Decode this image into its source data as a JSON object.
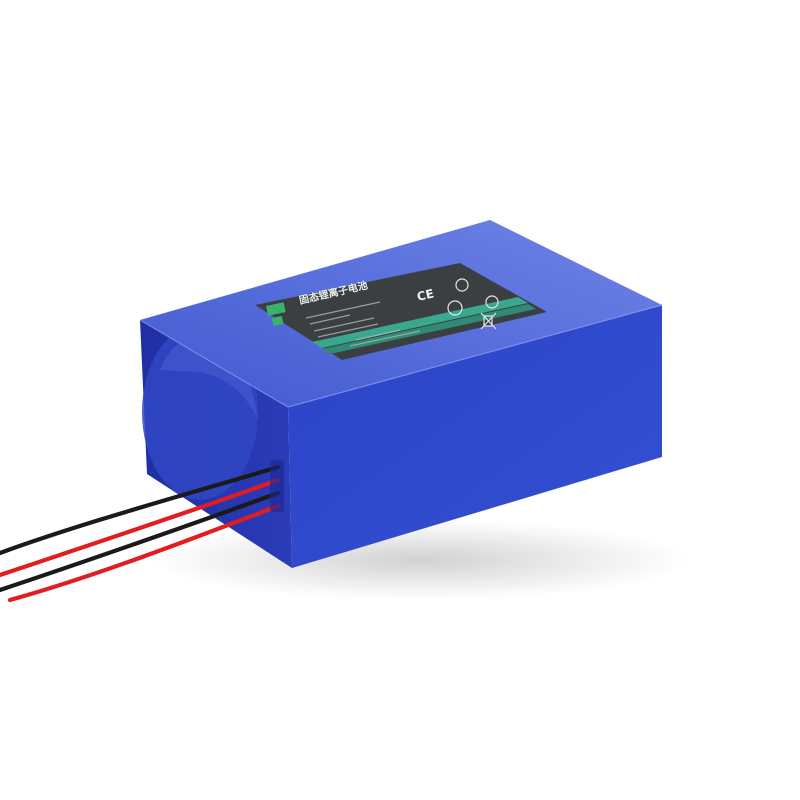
{
  "product": {
    "name_cn": "固态锂离子电池",
    "certifications": [
      "CE"
    ],
    "colors": {
      "case_top": "#5a71dd",
      "case_front": "#2b43c7",
      "case_side": "#2435b0",
      "label_bg": "#3b3f42",
      "label_accent": "#3aa88f",
      "wire_red": "#e11d22",
      "wire_black": "#1a1a1a"
    },
    "wires": [
      "black",
      "red",
      "black",
      "red"
    ]
  }
}
